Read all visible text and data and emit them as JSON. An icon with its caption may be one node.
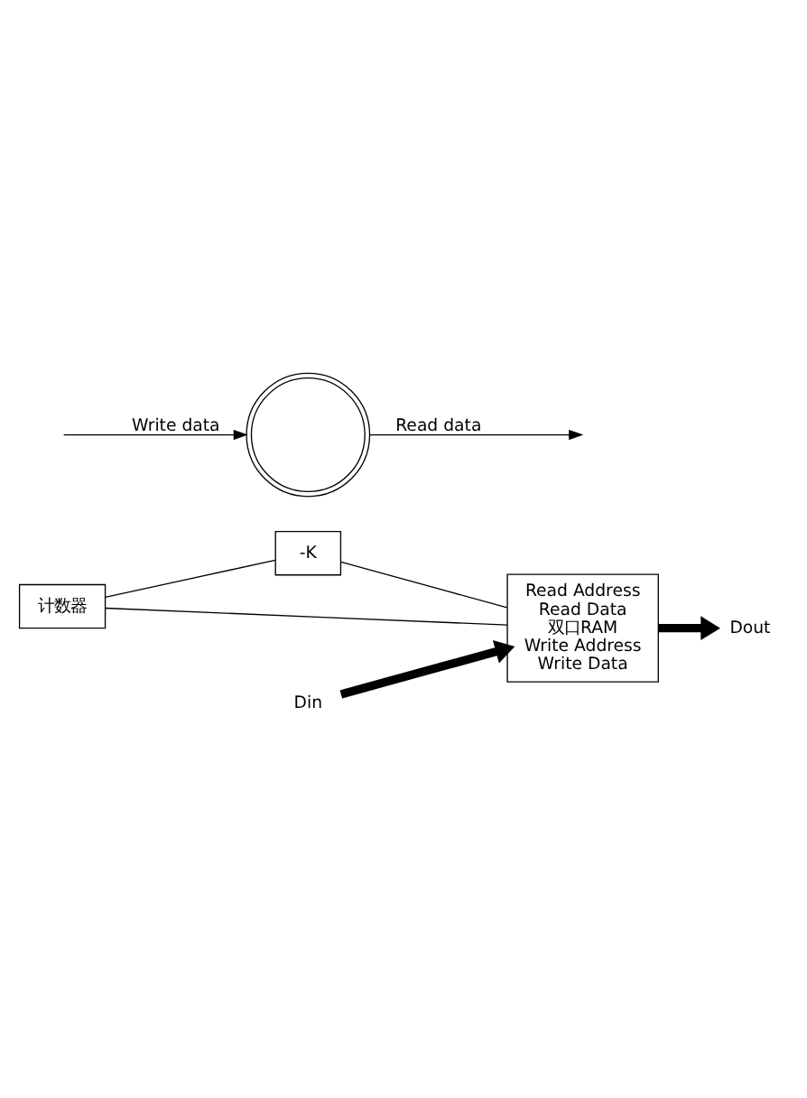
{
  "diagram": {
    "nodes": [
      {
        "text": [
          "-K"
        ]
      },
      {
        "text": [
          "Read Address",
          "Read Data",
          "双口RAM",
          "Write Address",
          "Write Data"
        ]
      },
      {
        "text": [
          "Dout"
        ]
      },
      {
        "text": [
          "计数器"
        ]
      },
      {
        "text": [
          "Din"
        ]
      },
      {
        "text": [],
        "shape": "circle"
      }
    ],
    "edges": [
      {
        "from": 3,
        "to": 1,
        "arrow": "none"
      },
      {
        "from": 3,
        "to": 0,
        "arrow": "none"
      },
      {
        "from": 0,
        "to": 1,
        "arrow": "none"
      },
      {
        "from": 4,
        "to": 1,
        "arrow": "to",
        "style": "thick"
      },
      {
        "from": 1,
        "to": 2,
        "arrow": "to",
        "style": "thick"
      },
      {
        "from": 5,
        "to": null,
        "arrow": "to",
        "label": "Read data"
      },
      {
        "from": null,
        "to": 5,
        "arrow": "to",
        "label": "Write data"
      }
    ]
  }
}
